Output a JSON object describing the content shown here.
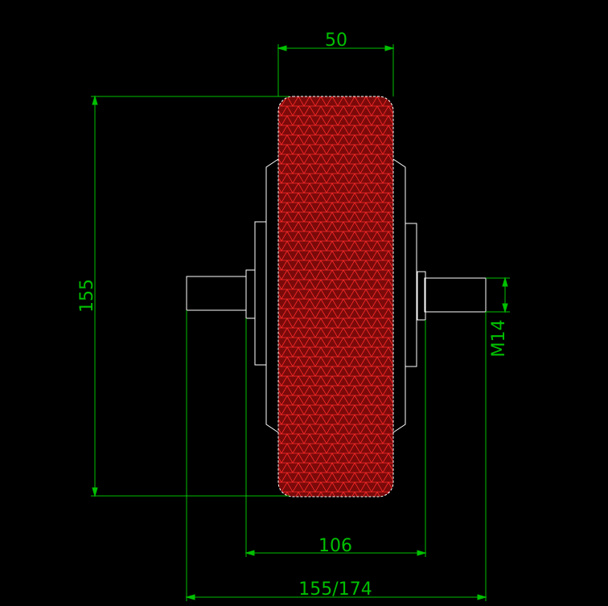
{
  "colors": {
    "background": "#000000",
    "outline": "#ffffff",
    "dimension": "#00c000",
    "tread_fill": "#7a0a0a",
    "tread_hatch": "#ff2a2a"
  },
  "dimensions": {
    "tire_width": "50",
    "tire_diameter": "155",
    "hub_width": "106",
    "axle_thread": "M14",
    "overall_width": "155/174"
  }
}
